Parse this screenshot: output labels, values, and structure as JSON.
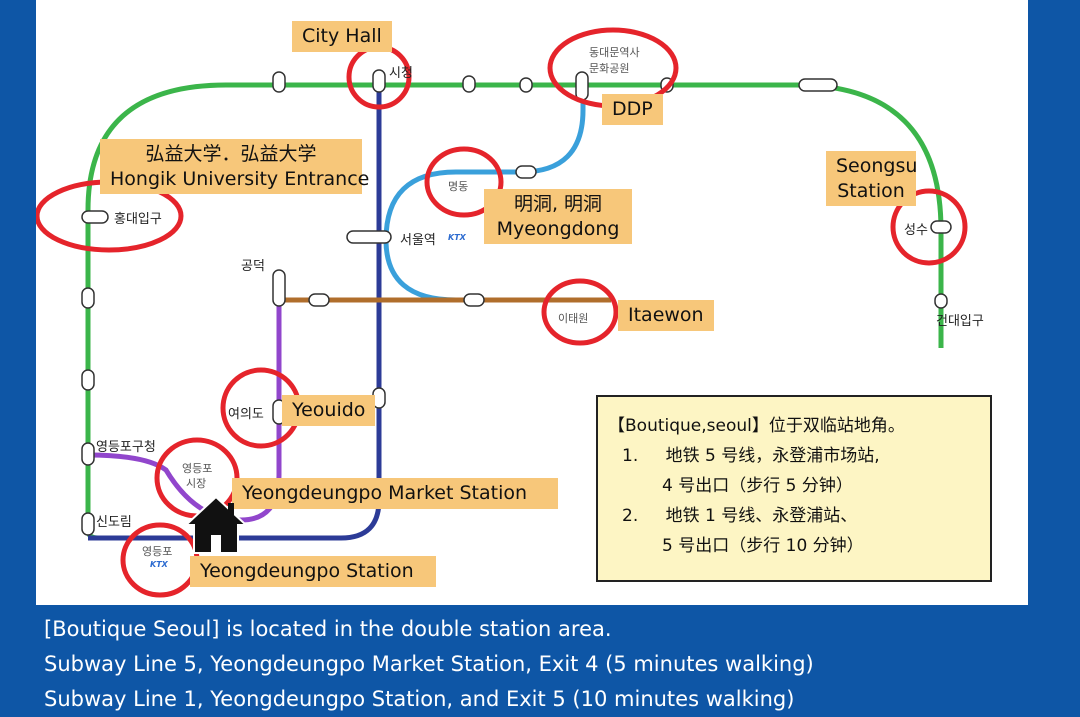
{
  "map": {
    "colors": {
      "line2_green": "#3bb54a",
      "line1_navy": "#2c3b97",
      "line4_skyblue": "#3aa0db",
      "line6_brown": "#b06e2c",
      "line5_purple": "#9146cc",
      "highlight_red": "#e5242b",
      "callout_bg": "#f7c77a",
      "info_bg": "#fdf5c4",
      "caption_bg": "#0e56a6"
    },
    "stations": {
      "city_hall": "시청",
      "ddp_line1": "동대문역사",
      "ddp_line2": "문화공원",
      "hongdae": "홍대입구",
      "myeongdong": "명동",
      "seoul_station": "서울역",
      "ktx_badge": "KTX",
      "seongsu": "성수",
      "gongdeok": "공덕",
      "itaewon": "이태원",
      "konkuk": "건대입구",
      "yeouido": "여의도",
      "yeongdeungpo_gucheong": "영등포구청",
      "market_line1": "영등포",
      "market_line2": "시장",
      "sindorim": "신도림",
      "yeongdeungpo": "영등포",
      "ktx_badge2": "KTX"
    },
    "callouts": {
      "city_hall": "City Hall",
      "ddp": "DDP",
      "hongik_line1": "弘益大学．弘益大学",
      "hongik_line2": "Hongik University Entrance",
      "myeongdong_line1": "明洞, 明洞",
      "myeongdong_line2": "Myeongdong",
      "seongsu_line1": "Seongsu",
      "seongsu_line2": "Station",
      "itaewon": "Itaewon",
      "yeouido": "Yeouido",
      "market": "Yeongdeungpo Market Station",
      "yeongdeungpo": "Yeongdeungpo  Station"
    },
    "home_icon": "house-icon"
  },
  "info_box": {
    "title": "【Boutique,seoul】位于双临站地角。",
    "item1_num": "1.",
    "item1_line1": "地铁 5 号线，永登浦市场站,",
    "item1_line2": "4 号出口（步行 5 分钟）",
    "item2_num": "2.",
    "item2_line1": "地铁 1 号线、永登浦站、",
    "item2_line2": "5 号出口（步行 10 分钟）"
  },
  "caption": {
    "line1": "[Boutique Seoul] is located in the double station area.",
    "line2": "Subway Line 5, Yeongdeungpo Market Station, Exit 4 (5 minutes walking)",
    "line3": "Subway Line 1, Yeongdeungpo Station, and Exit 5 (10 minutes walking)"
  }
}
